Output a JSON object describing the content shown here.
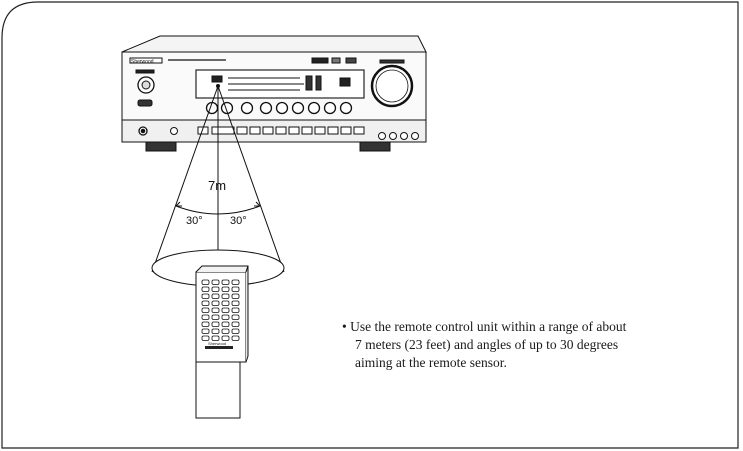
{
  "figure": {
    "distance_label": "7m",
    "angle_left_label": "30°",
    "angle_right_label": "30°",
    "receiver_brand": "Sherwood",
    "remote_brand": "Sherwood"
  },
  "note": {
    "bullet": "•",
    "lines": [
      "Use the remote control unit within a range of about",
      "7 meters (23 feet) and angles of up to 30 degrees",
      "aiming at the remote sensor."
    ]
  }
}
